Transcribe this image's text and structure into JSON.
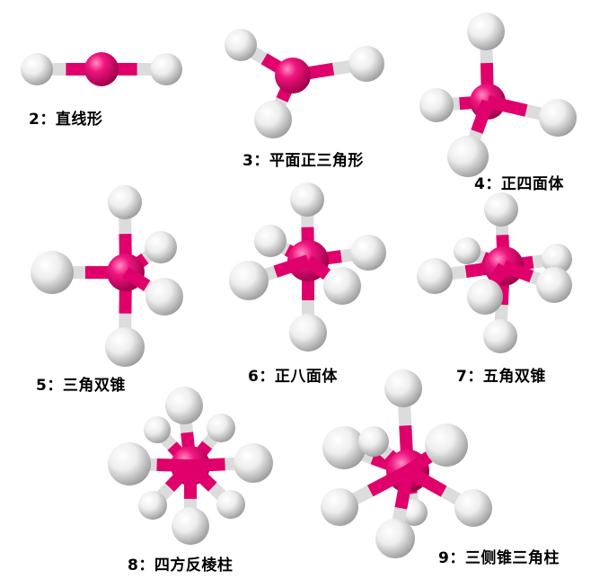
{
  "colors": {
    "center_atom": "#e0006b",
    "ligand_atom": "#e6e6e6",
    "bond_center": "#e0006b",
    "bond_ligand": "#dcdcdc",
    "caption_text": "#000000"
  },
  "geometries": [
    {
      "id": "linear",
      "label": "2：直线形",
      "ligands": 2
    },
    {
      "id": "trigonal-planar",
      "label": "3：平面正三角形",
      "ligands": 3
    },
    {
      "id": "tetrahedral",
      "label": "4：正四面体",
      "ligands": 4
    },
    {
      "id": "trigonal-bipyramidal",
      "label": "5：三角双锥",
      "ligands": 5
    },
    {
      "id": "octahedral",
      "label": "6：正八面体",
      "ligands": 6
    },
    {
      "id": "pentagonal-bipyramidal",
      "label": "7：五角双锥",
      "ligands": 7
    },
    {
      "id": "square-antiprismatic",
      "label": "8：四方反棱柱",
      "ligands": 8
    },
    {
      "id": "tricapped-trigonal-prismatic",
      "label": "9：三侧锥三角柱",
      "ligands": 9
    }
  ]
}
